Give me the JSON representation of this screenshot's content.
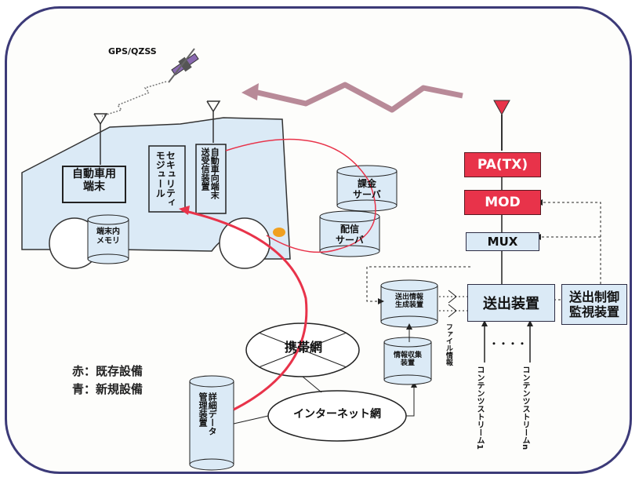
{
  "satellite_label": "GPS/QZSS",
  "vehicle": {
    "terminal": "自動車用\n端末",
    "memory": "端末内\nメモリ",
    "security_module": "セキュリティ\nモジュール",
    "tx_rx": "自動車向端末\n送受信装置"
  },
  "servers": {
    "billing": "課金\nサーバ",
    "delivery": "配信\nサーバ"
  },
  "transmitter": {
    "pa": "PA(TX)",
    "mod": "MOD",
    "mux": "MUX",
    "tx_device": "送出装置",
    "control": "送出制御\n監視装置",
    "info_gen": "送出情報\n生成装置",
    "info_collect": "情報収集\n装置",
    "file_info": "ファイル情報",
    "stream1": "コンテンツストリーム1",
    "streamN": "コンテンツストリームn",
    "dots": "・・・・"
  },
  "networks": {
    "mobile": "携帯網",
    "internet": "インターネット網"
  },
  "data_mgmt": "詳細データ\n管理装置",
  "legend": [
    "赤：既存設備",
    "青：新規設備"
  ],
  "colors": {
    "frame": "#3c3a78",
    "red": "#e8334a",
    "blue_fill": "#dbeaf6",
    "red_line": "#e8334a",
    "beam": "#b88a98"
  }
}
